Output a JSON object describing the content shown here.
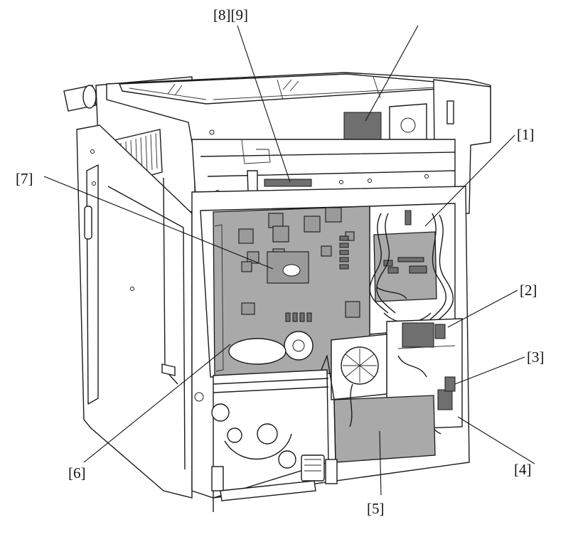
{
  "callouts": {
    "c1": "[1]",
    "c2": "[2]",
    "c3": "[3]",
    "c4": "[4]",
    "c5": "[5]",
    "c6": "[6]",
    "c7": "[7]",
    "c89": "[8][9]"
  }
}
